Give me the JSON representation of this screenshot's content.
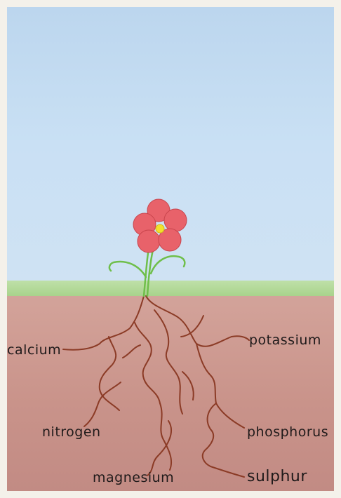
{
  "labels": {
    "calcium": "calcium",
    "potassium": "potassium",
    "nitrogen": "nitrogen",
    "phosphorus": "phosphorus",
    "magnesium": "magnesium",
    "sulphur": "sulphur"
  },
  "colors": {
    "sky": "#c9e0f4",
    "grass": "#a9d38c",
    "soil": "#c9938a",
    "roots": "#8b3b26",
    "petals": "#e8626a",
    "flower_center": "#f3e02b",
    "stem": "#6fbf4a"
  }
}
